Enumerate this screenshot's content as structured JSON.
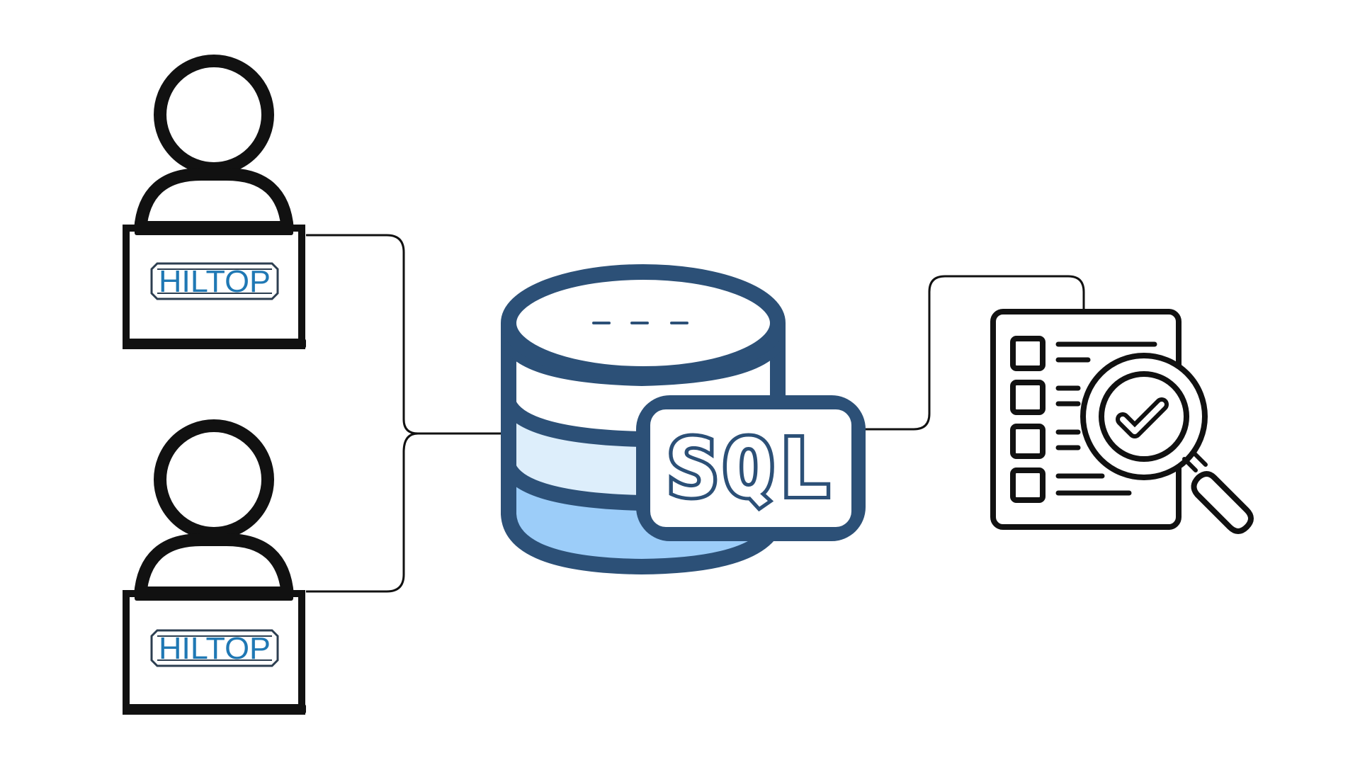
{
  "diagram": {
    "users": [
      {
        "logo_text": "HILTOP"
      },
      {
        "logo_text": "HILTOP"
      }
    ],
    "database": {
      "label": "SQL"
    }
  },
  "colors": {
    "outline_black": "#111111",
    "db_outline": "#2c5077",
    "db_top_fill": "#ffffff",
    "db_middle_fill": "#ddeefb",
    "db_bottom_fill": "#9ccdf9",
    "logo_blue": "#1f78b4",
    "logo_frame": "#2c3e50",
    "background": "#ffffff"
  },
  "icons": [
    "user-laptop-icon",
    "database-icon",
    "sql-badge",
    "checklist-report-icon",
    "magnifier-check-icon"
  ]
}
